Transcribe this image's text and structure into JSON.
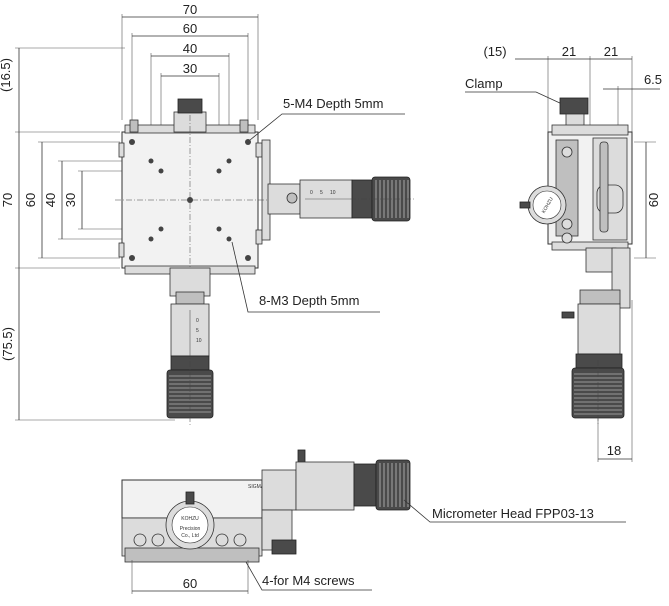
{
  "top_view": {
    "dims_horizontal": [
      "70",
      "60",
      "40",
      "30"
    ],
    "dims_vertical": [
      "(16.5)",
      "70",
      "60",
      "40",
      "30",
      "(75.5)"
    ],
    "label_m4": "5-M4 Depth 5mm",
    "label_m3": "8-M3 Depth 5mm"
  },
  "side_view": {
    "dims_top": [
      "(15)",
      "21",
      "21"
    ],
    "dim_65": "6.5",
    "dim_60": "60",
    "dim_18": "18",
    "clamp_label": "Clamp"
  },
  "front_view": {
    "dim_60": "60",
    "micrometer_label": "Micrometer Head FPP03-13",
    "screws_label": "4-for M4 screws"
  },
  "scale_text": [
    "0",
    "5",
    "10"
  ],
  "brand_text": "SIGMAKOKI",
  "stage_text": [
    "KOHZU",
    "Precision",
    "Co., Ltd"
  ]
}
